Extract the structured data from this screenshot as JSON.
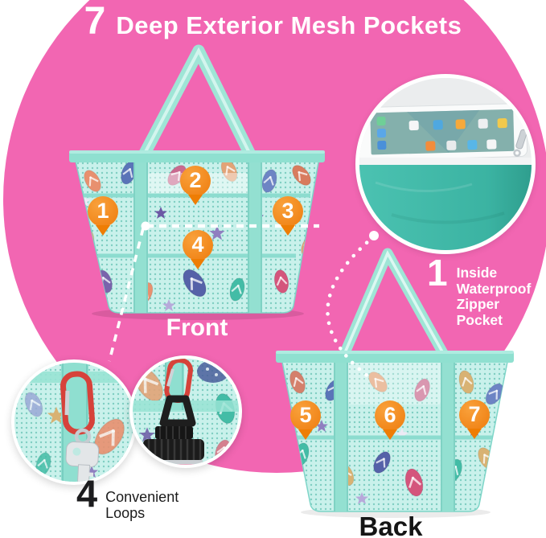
{
  "title": {
    "number": "7",
    "text": "Deep Exterior Mesh Pockets"
  },
  "front_bag": {
    "label": "Front",
    "markers": [
      "1",
      "2",
      "3",
      "4"
    ]
  },
  "back_bag": {
    "label": "Back",
    "markers": [
      "5",
      "6",
      "7"
    ]
  },
  "zipper_pocket_callout": {
    "number": "1",
    "lines": [
      "Inside",
      "Waterproof",
      "Zipper",
      "Pocket"
    ]
  },
  "loops_callout": {
    "number": "4",
    "lines": [
      "Convenient",
      "Loops"
    ]
  },
  "colors": {
    "pink": "#F266B2",
    "marker_orange": "#F1861A",
    "marker_orange_dark": "#EE7D04",
    "mint": "#9CE7D8",
    "mesh_aqua": "#C9F1EB",
    "pocket_teal": "#3FBCAA",
    "carabiner_red": "#D6423A",
    "text_dark": "#1C1C1E",
    "white": "#FFFFFF"
  }
}
